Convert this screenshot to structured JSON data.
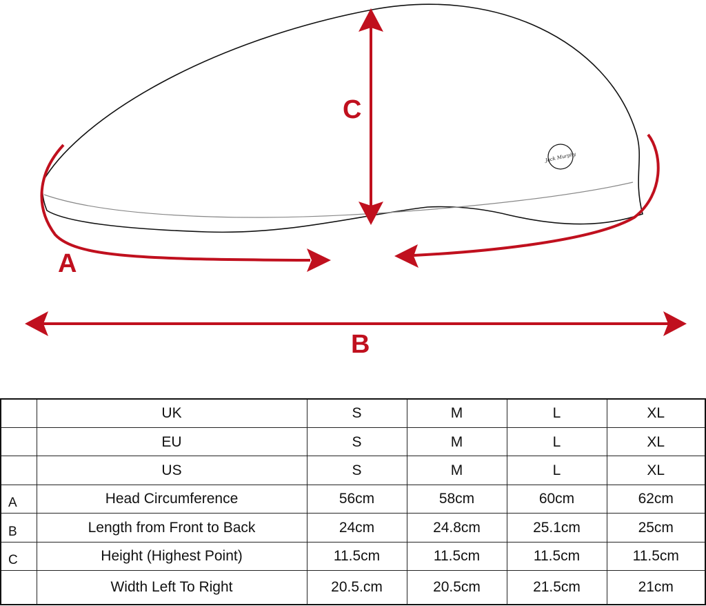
{
  "diagram": {
    "labels": {
      "a": "A",
      "b": "B",
      "c": "C"
    },
    "logo_text": "Jack Murphy",
    "accent_color": "#c0101e",
    "outline_color": "#111111"
  },
  "table": {
    "header_rows": [
      {
        "label": "UK",
        "values": [
          "S",
          "M",
          "L",
          "XL"
        ]
      },
      {
        "label": "EU",
        "values": [
          "S",
          "M",
          "L",
          "XL"
        ]
      },
      {
        "label": "US",
        "values": [
          "S",
          "M",
          "L",
          "XL"
        ]
      }
    ],
    "measure_rows": [
      {
        "code": "A",
        "label": "Head Circumference",
        "values": [
          "56cm",
          "58cm",
          "60cm",
          "62cm"
        ]
      },
      {
        "code": "B",
        "label": "Length from Front to Back",
        "values": [
          "24cm",
          "24.8cm",
          "25.1cm",
          "25cm"
        ]
      },
      {
        "code": "C",
        "label": "Height (Highest Point)",
        "values": [
          "11.5cm",
          "11.5cm",
          "11.5cm",
          "11.5cm"
        ]
      },
      {
        "code": "",
        "label": "Width Left To Right",
        "values": [
          "20.5.cm",
          "20.5cm",
          "21.5cm",
          "21cm"
        ]
      }
    ]
  }
}
